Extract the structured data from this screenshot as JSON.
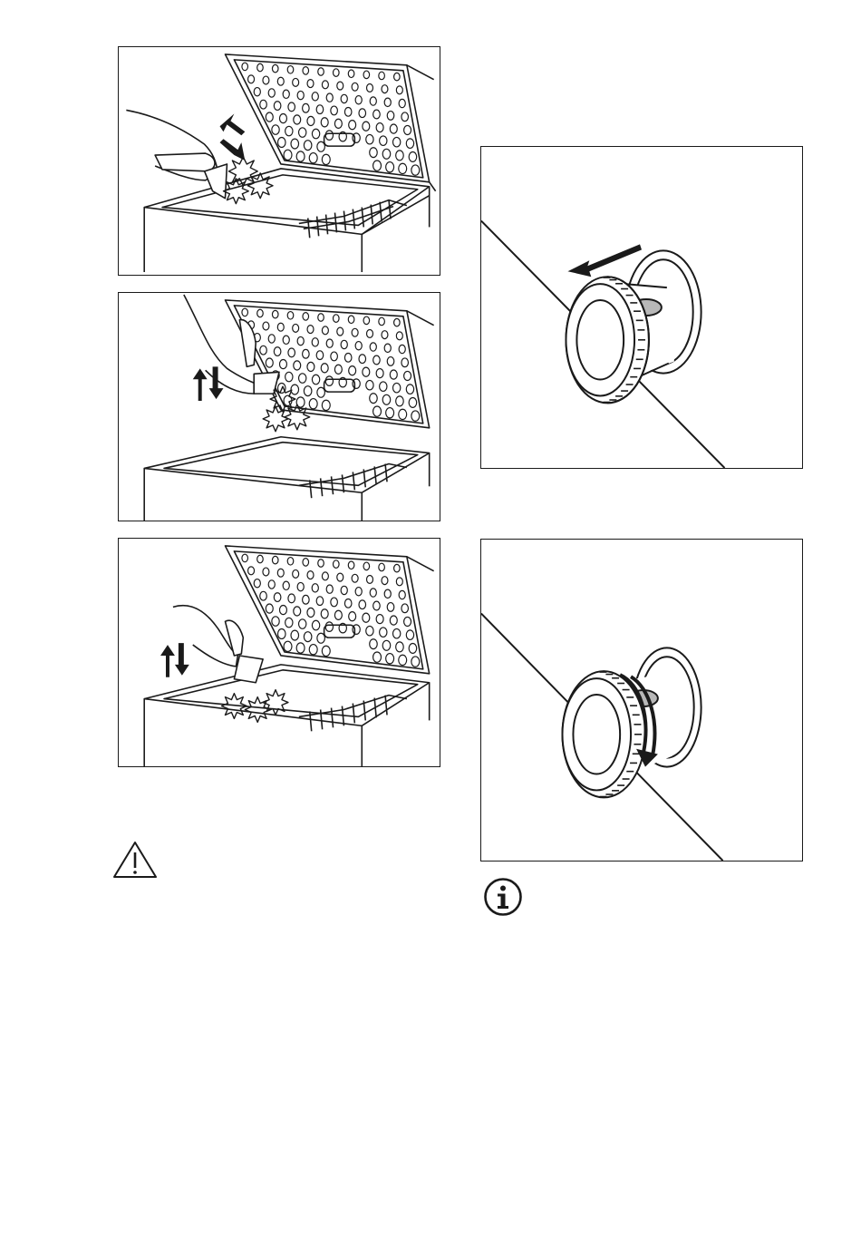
{
  "illustrations": [
    {
      "id": "scrape-lid-rim",
      "icon": "freezer-defrost-scraper-illustration"
    },
    {
      "id": "scrape-lid-inner",
      "icon": "freezer-defrost-scraper-illustration"
    },
    {
      "id": "scrape-cabinet-floor",
      "icon": "freezer-defrost-scraper-illustration"
    },
    {
      "id": "pull-drain-plug",
      "icon": "drain-plug-pull-illustration"
    },
    {
      "id": "turn-drain-plug",
      "icon": "drain-plug-turn-illustration"
    }
  ],
  "notices": [
    {
      "type": "warning",
      "icon": "warning-triangle-icon"
    },
    {
      "type": "information",
      "icon": "info-circle-icon"
    }
  ],
  "colors": {
    "line": "#1a1a1a",
    "plug_fill": "#b8b8b8"
  }
}
